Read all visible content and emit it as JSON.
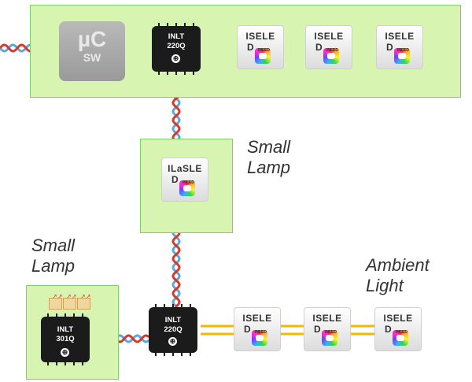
{
  "diagram": {
    "mcu": {
      "symbol": "µC",
      "label": "SW"
    },
    "drivers": {
      "top": {
        "line1": "INLT",
        "line2": "220Q"
      },
      "bottom": {
        "line1": "INLT",
        "line2": "220Q"
      },
      "lamp": {
        "line1": "INLT",
        "line2": "301Q"
      }
    },
    "led_label_line1": "ISELE",
    "led_label_line2": "D",
    "small_lamp_led": {
      "line1": "ILaSLE",
      "line2": "D"
    },
    "bulb_tag": "INLED",
    "captions": {
      "small_lamp_right": [
        "Small",
        "Lamp"
      ],
      "small_lamp_left": [
        "Small",
        "Lamp"
      ],
      "ambient_light": [
        "Ambient",
        "Light"
      ]
    },
    "colors": {
      "box_fill": "#d7f5b0",
      "box_border": "#7fcf6b",
      "wire_red": "#d33a2c",
      "wire_blue": "#5aa8d8",
      "bus_yellow": "#f5b800"
    }
  }
}
